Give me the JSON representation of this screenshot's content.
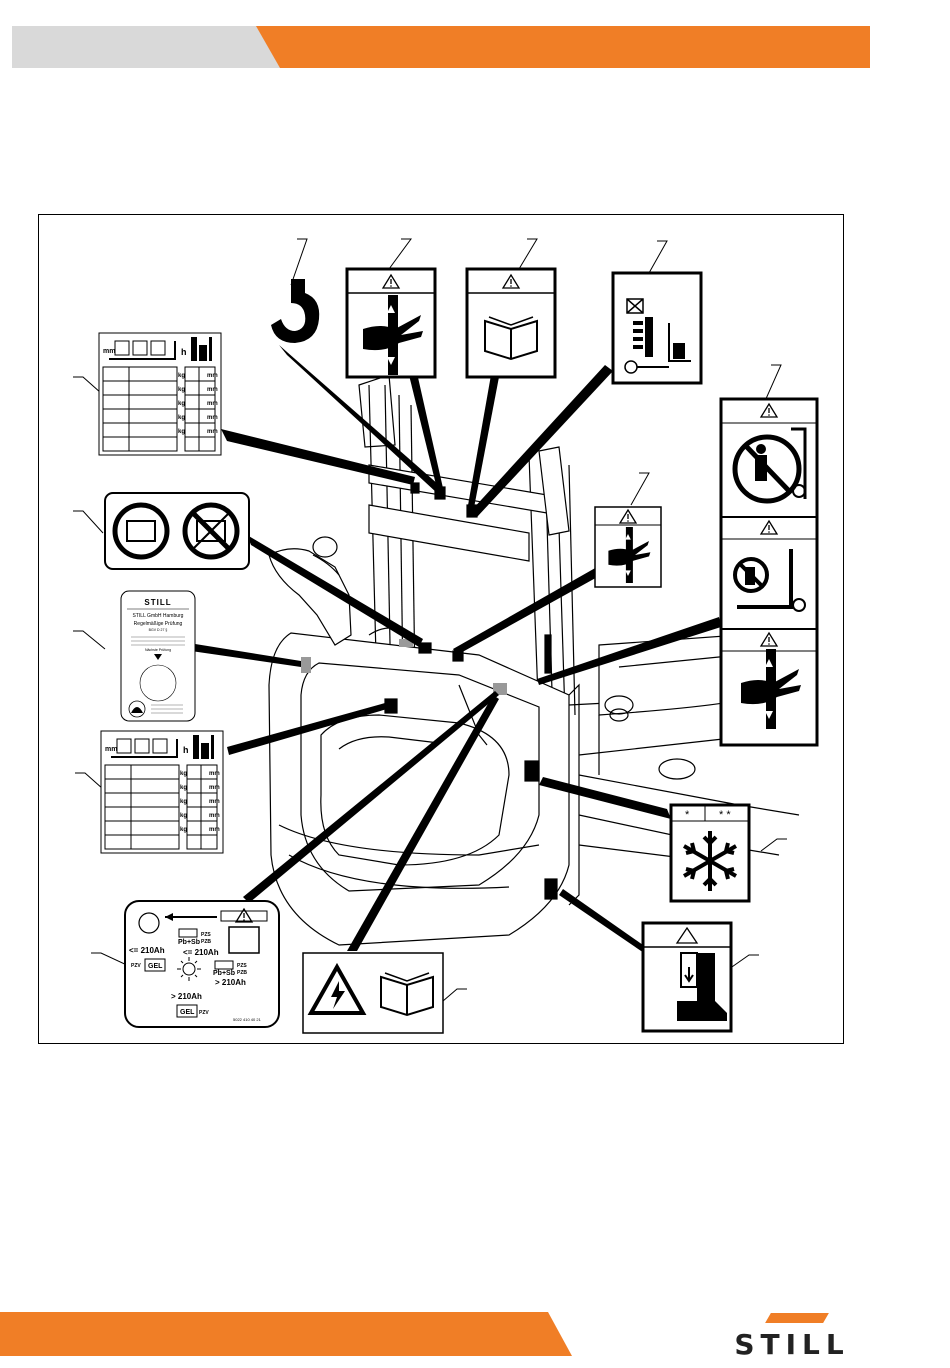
{
  "brand": {
    "logo_text": "STILL",
    "accent_color": "#f07e26",
    "header_grey": "#d9d9d9"
  },
  "labels": {
    "load_chart": {
      "unit_mm": "mm",
      "unit_h": "h",
      "unit_kg": "kg"
    },
    "inspection": {
      "brand": "STILL",
      "company": "STILL GmbH Hamburg",
      "title": "Regelmäßige Prüfung",
      "subtitle": "BGV D 27 §",
      "next": "Nächste Prüfung"
    },
    "battery": {
      "le": "<= 210Ah",
      "le2": "<= 210Ah",
      "gt": "> 210Ah",
      "gt2": "> 210Ah",
      "gel": "GEL",
      "pb_sb": "Pb+Sb",
      "pzs": "PZS",
      "pzb": "PZB",
      "pzv": "PZV",
      "part_no": "5022 410 40 21"
    },
    "freezer": {
      "star1": "*",
      "star2": "* *"
    }
  }
}
